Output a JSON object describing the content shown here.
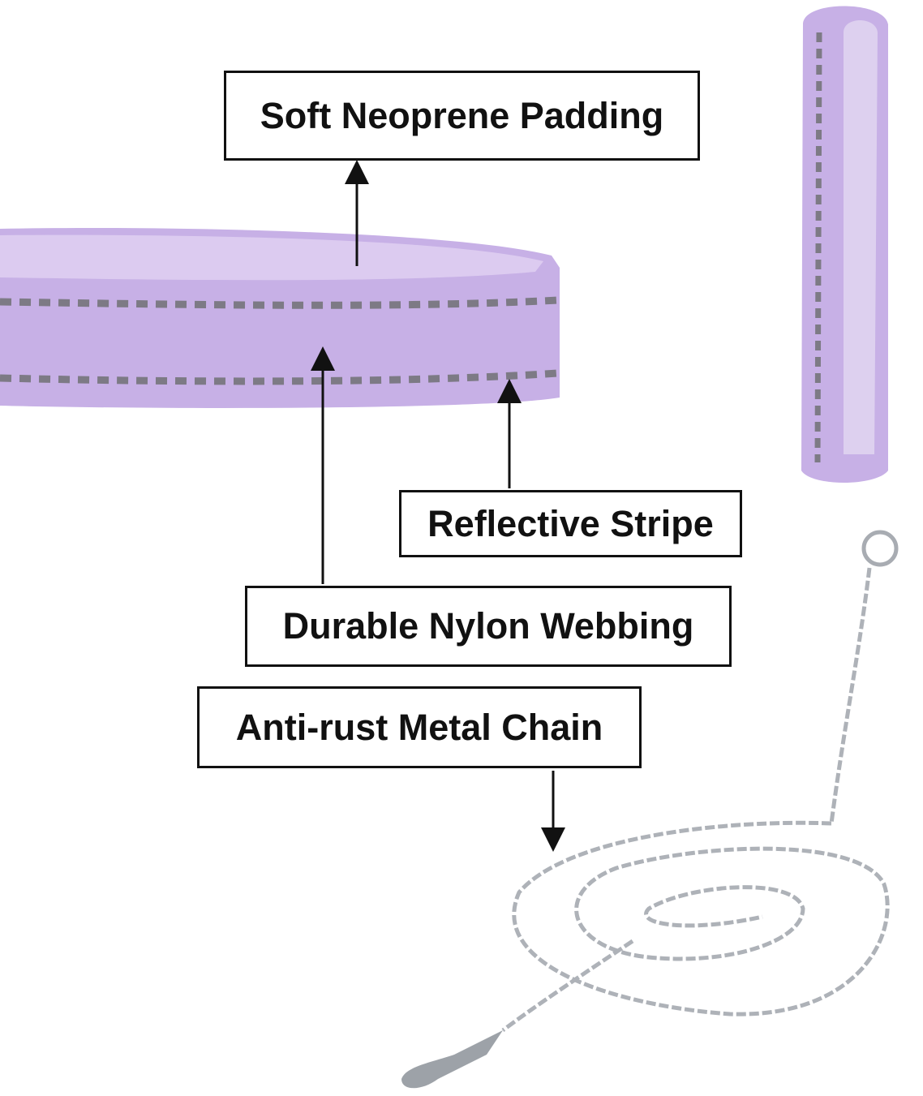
{
  "labels": {
    "padding": "Soft Neoprene Padding",
    "stripe": "Reflective Stripe",
    "webbing": "Durable Nylon Webbing",
    "chain": "Anti-rust Metal Chain"
  },
  "colors": {
    "webbing": "#c9b3e6",
    "padding": "#d9c8ee",
    "stripe": "#7d7a85",
    "chain": "#b8bcc2"
  }
}
